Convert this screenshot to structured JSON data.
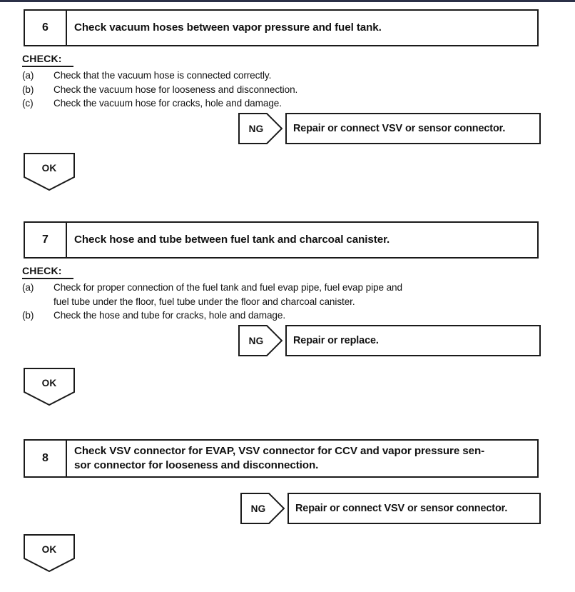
{
  "document": {
    "type": "diagnostic-flowchart",
    "top_strip_color": "#2b3047",
    "line_color": "#1a1a1a",
    "background_color": "#ffffff"
  },
  "steps": [
    {
      "number": "6",
      "title_lines": [
        "Check vacuum hoses between vapor pressure and fuel tank."
      ],
      "check": {
        "label": "CHECK:",
        "items": [
          {
            "marker": "(a)",
            "lines": [
              "Check that the vacuum hose is connected correctly."
            ]
          },
          {
            "marker": "(b)",
            "lines": [
              "Check the vacuum hose for looseness and disconnection."
            ]
          },
          {
            "marker": "(c)",
            "lines": [
              "Check the vacuum hose for cracks, hole and damage."
            ]
          }
        ]
      },
      "ng": {
        "tag": "NG",
        "result": "Repair or connect VSV or sensor connector."
      },
      "ok": {
        "tag": "OK"
      }
    },
    {
      "number": "7",
      "title_lines": [
        "Check hose and tube between fuel tank and charcoal canister."
      ],
      "check": {
        "label": "CHECK:",
        "items": [
          {
            "marker": "(a)",
            "lines": [
              "Check for proper connection of the fuel tank and fuel evap pipe, fuel evap pipe and",
              "fuel tube under the floor, fuel tube under the floor and charcoal canister."
            ]
          },
          {
            "marker": "(b)",
            "lines": [
              "Check the hose and tube for cracks, hole and damage."
            ]
          }
        ]
      },
      "ng": {
        "tag": "NG",
        "result": "Repair or replace."
      },
      "ok": {
        "tag": "OK"
      }
    },
    {
      "number": "8",
      "title_lines": [
        "Check VSV connector for EVAP, VSV connector for CCV and vapor pressure sen-",
        "sor connector for looseness and disconnection."
      ],
      "check": null,
      "ng": {
        "tag": "NG",
        "result": "Repair or connect VSV or sensor connector."
      },
      "ok": {
        "tag": "OK"
      }
    }
  ]
}
